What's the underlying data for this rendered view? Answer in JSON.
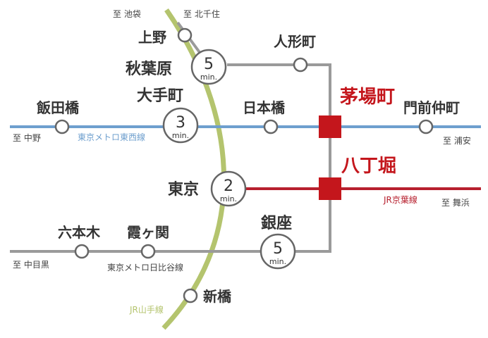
{
  "colors": {
    "tozai": "#6e9fce",
    "keiyo": "#b7202e",
    "yamanote": "#b4c46e",
    "grey": "#9a9a9a",
    "highlight": "#c4161c",
    "text": "#333333"
  },
  "lines": {
    "tozai": "東京メトロ東西線",
    "hibiya": "東京メトロ日比谷線",
    "keiyo": "JR京葉線",
    "yamanote": "JR山手線"
  },
  "directions": {
    "ikebukuro": "至 池袋",
    "kitasenju": "至 北千住",
    "nakano": "至 中野",
    "urayasu": "至 浦安",
    "maihama": "至 舞浜",
    "nakameguro": "至 中目黒"
  },
  "stations": {
    "ueno": "上野",
    "akihabara": "秋葉原",
    "ningyocho": "人形町",
    "kayabacho": "茅場町",
    "iidabashi": "飯田橋",
    "otemachi": "大手町",
    "nihombashi": "日本橋",
    "monzennakacho": "門前仲町",
    "hatchobori": "八丁堀",
    "tokyo": "東京",
    "roppongi": "六本木",
    "kasumigaseki": "霞ヶ関",
    "ginza": "銀座",
    "shimbashi": "新橋"
  },
  "times": {
    "unit": "min.",
    "akihabara": "5",
    "otemachi": "3",
    "tokyo": "2",
    "ginza": "5"
  }
}
